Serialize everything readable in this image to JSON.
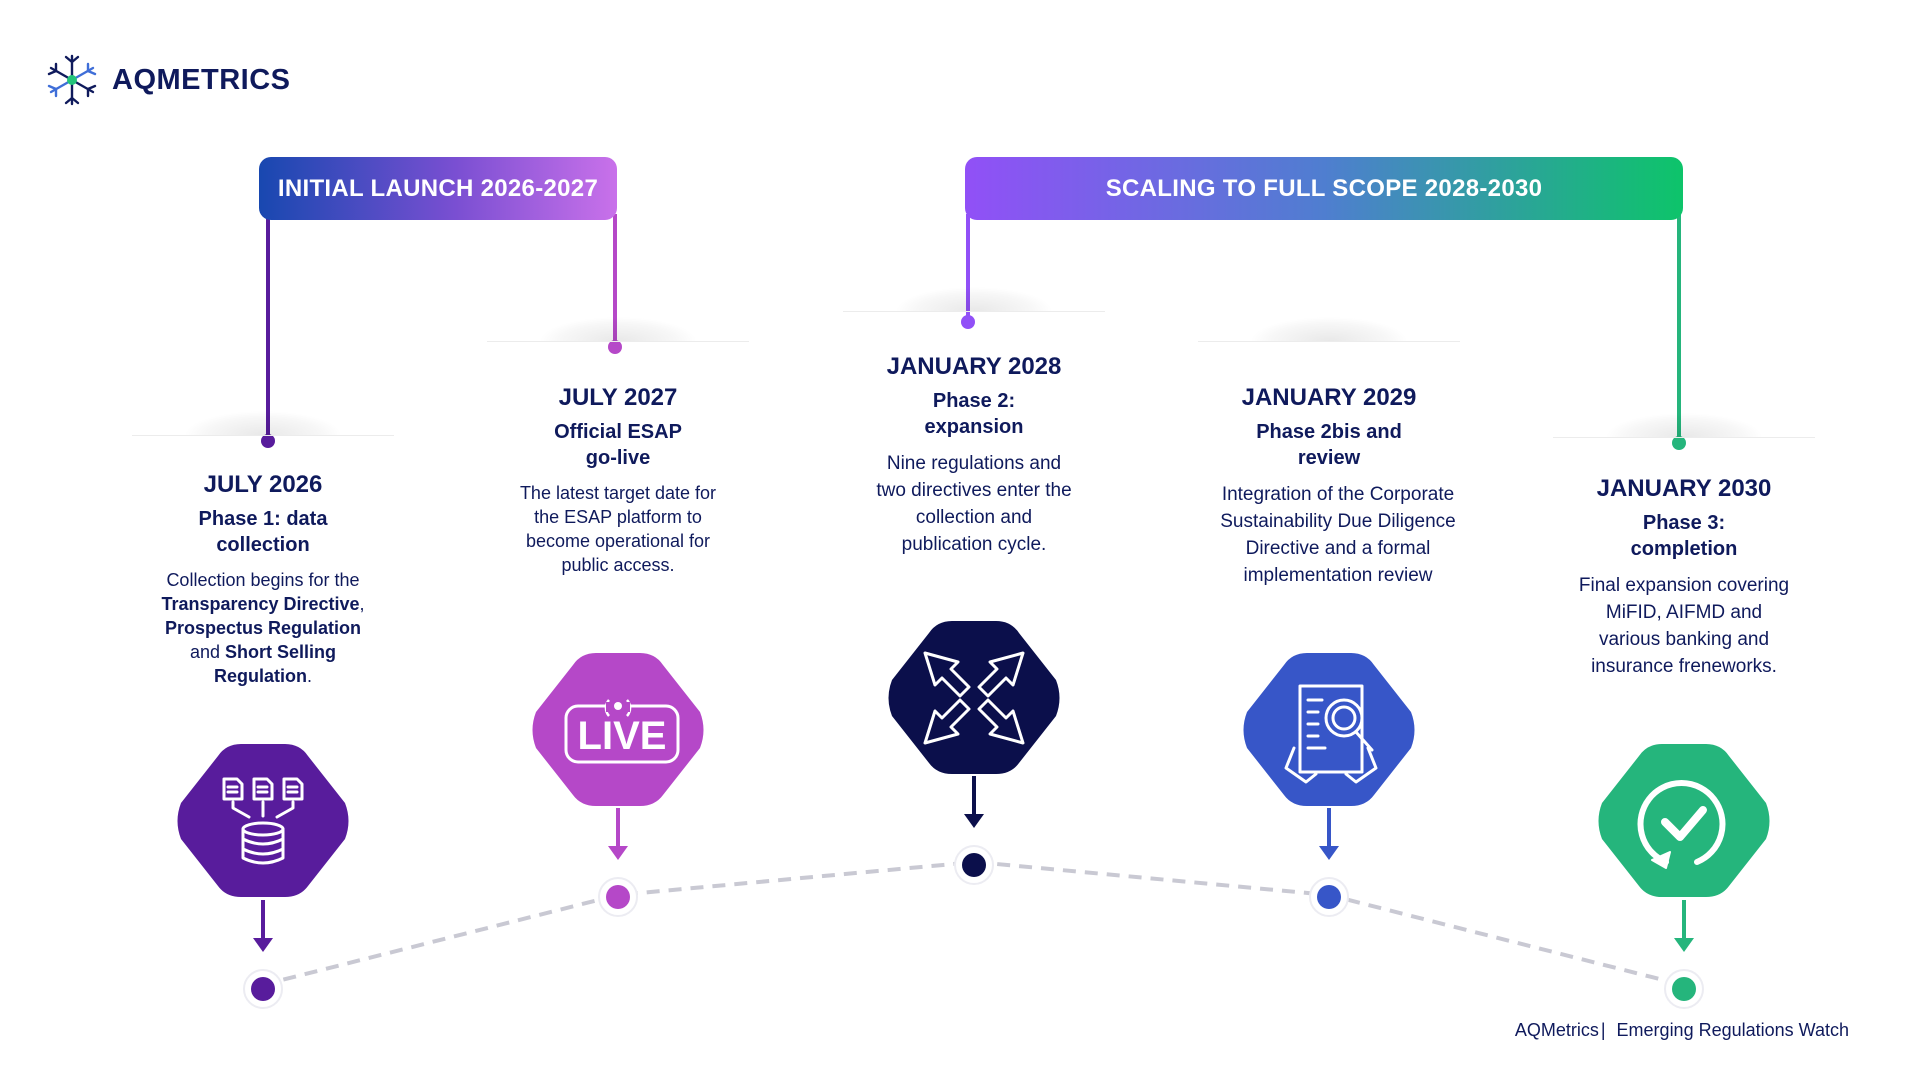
{
  "brand": {
    "name": "AQMETRICS"
  },
  "phases": [
    {
      "label": "INITIAL LAUNCH 2026-2027",
      "gradient": [
        "#1848b0",
        "#c971ea"
      ]
    },
    {
      "label": "SCALING TO FULL SCOPE 2028-2030",
      "gradient": [
        "#9150f7",
        "#0dc46a"
      ]
    }
  ],
  "milestones": [
    {
      "date": "JULY 2026",
      "title": "Phase 1: data collection",
      "desc_parts": [
        {
          "t": "Collection begins for the "
        },
        {
          "t": "Transparency Directive",
          "b": true
        },
        {
          "t": ", "
        },
        {
          "t": "Prospectus Regulation",
          "b": true
        },
        {
          "t": " and "
        },
        {
          "t": "Short Selling Regulation",
          "b": true
        },
        {
          "t": "."
        }
      ],
      "icon": "database-documents-icon",
      "color": "#581c9c"
    },
    {
      "date": "JULY 2027",
      "title": "Official ESAP go-live",
      "desc": "The latest target date for the ESAP platform to become operational for public access.",
      "icon": "live-broadcast-icon",
      "icon_text": "LIVE",
      "color": "#b548c8"
    },
    {
      "date": "JANUARY 2028",
      "title": "Phase 2: expansion",
      "desc": "Nine regulations and two directives enter the collection and publication cycle.",
      "icon": "expand-arrows-icon",
      "color": "#0b0f4b"
    },
    {
      "date": "JANUARY 2029",
      "title": "Phase 2bis and review",
      "desc": "Integration of the Corporate Sustainability Due Diligence Directive and a formal implementation review",
      "icon": "document-search-icon",
      "color": "#3756c8"
    },
    {
      "date": "JANUARY 2030",
      "title": "Phase 3: completion",
      "desc": "Final expansion covering MiFID, AIFMD and various banking and insurance freneworks.",
      "icon": "checkmark-circle-icon",
      "color": "#25b57c"
    }
  ],
  "footer": {
    "brand": "AQMetrics",
    "separator": "|",
    "title": "Emerging Regulations Watch"
  }
}
